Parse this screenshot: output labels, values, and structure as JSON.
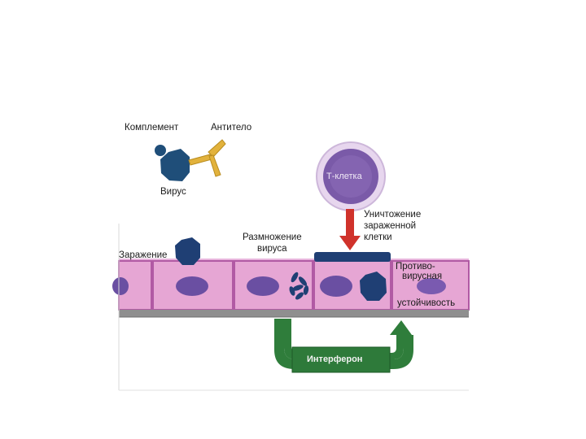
{
  "labels": {
    "complement": "Комплемент",
    "antibody": "Антитело",
    "virus": "Вирус",
    "tcell": "Т-клетка",
    "destruction_l1": "Уничтожение",
    "destruction_l2": "зараженной",
    "destruction_l3": "клетки",
    "replication_l1": "Размножение",
    "replication_l2": "вируса",
    "infection": "Заражение",
    "antiviral_l1": "Противо-",
    "antiviral_l2": "вирусная",
    "antiviral_l3": "устойчивость",
    "interferon": "Интерферон"
  },
  "colors": {
    "virus": "#1f4e79",
    "complement": "#1f4e79",
    "antibody": "#e2b23c",
    "cell_fill": "#e6a6d4",
    "cell_border": "#b15aa4",
    "nucleus": "#6a4fa2",
    "tcell_outer": "#e7d6ee",
    "tcell_inner": "#7a5aa8",
    "arrow_red": "#d0322b",
    "arrow_green": "#2f7d3b",
    "membrane": "#8f8f8f"
  }
}
